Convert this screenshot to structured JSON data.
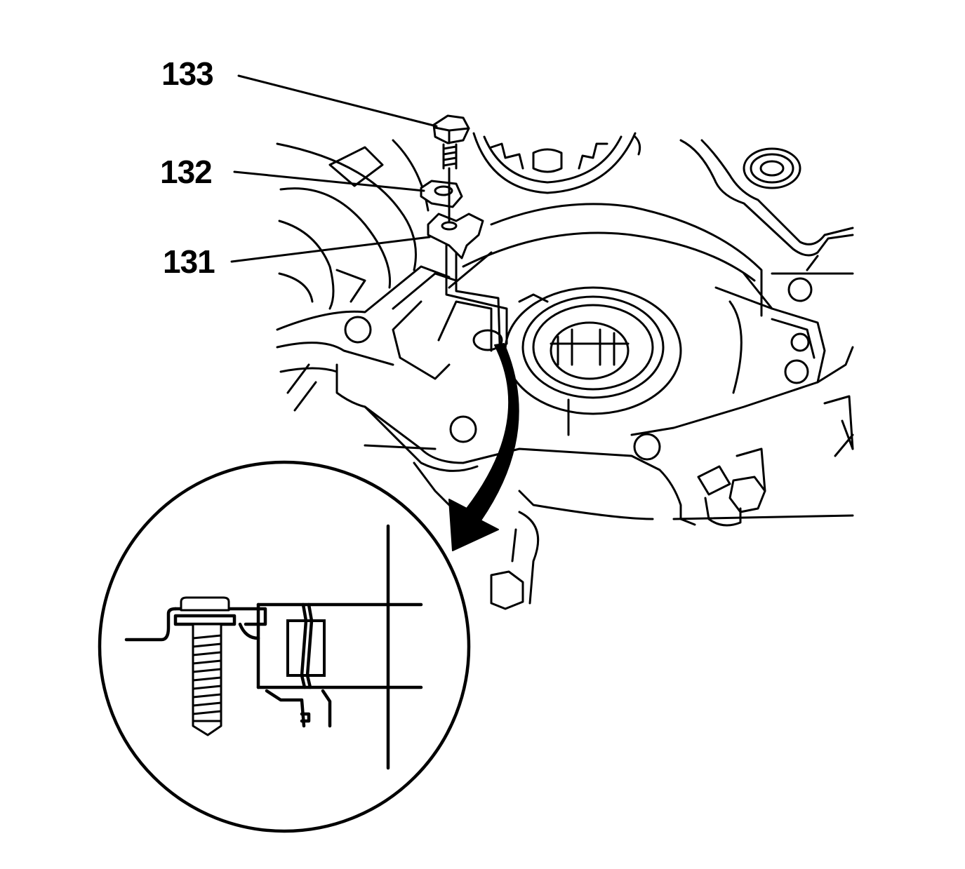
{
  "callouts": {
    "c133": "133",
    "c132": "132",
    "c131": "131"
  },
  "colors": {
    "ink": "#000000",
    "paper": "#ffffff"
  }
}
